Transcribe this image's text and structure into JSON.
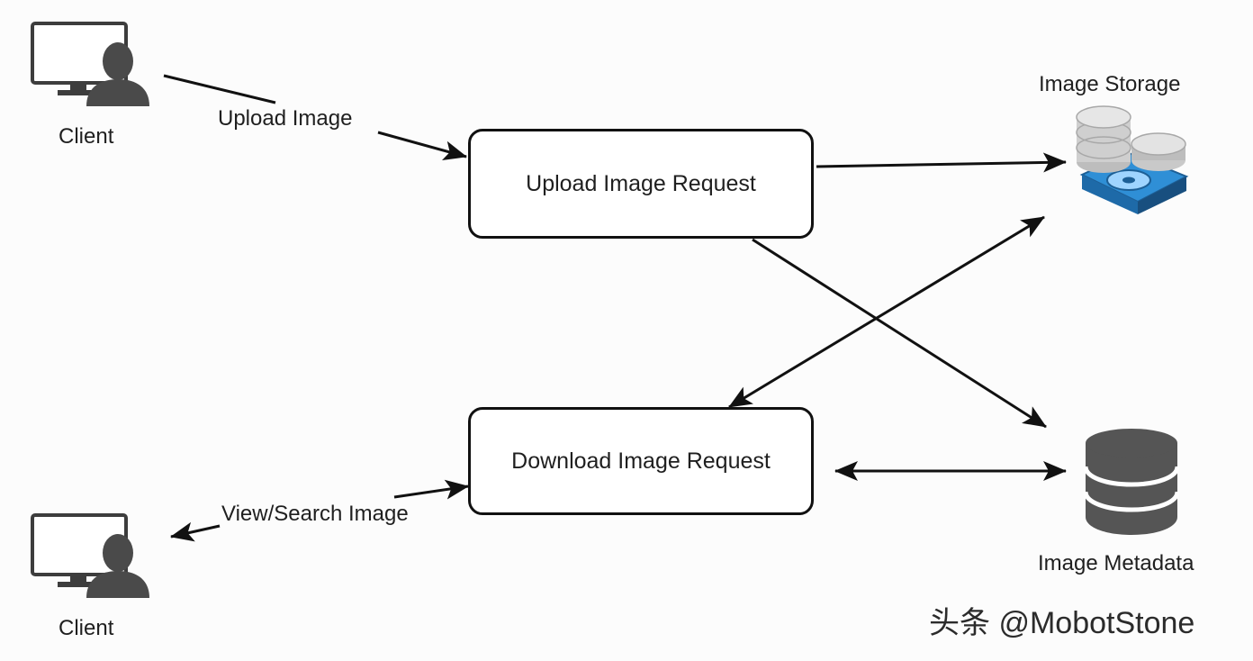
{
  "nodes": {
    "client_top": "Client",
    "client_bottom": "Client",
    "upload_request": "Upload Image Request",
    "download_request": "Download Image Request",
    "image_storage": "Image Storage",
    "image_metadata": "Image Metadata"
  },
  "edges": {
    "upload_image": "Upload Image",
    "view_search_image": "View/Search Image"
  },
  "icons": {
    "client": "client-computer-user-icon",
    "storage": "storage-disks-icon",
    "metadata": "database-cylinder-icon"
  },
  "watermark": "头条 @MobotStone",
  "colors": {
    "line": "#111111",
    "icon_gray": "#4a4a4a",
    "storage_blue": "#2f8fd6"
  }
}
